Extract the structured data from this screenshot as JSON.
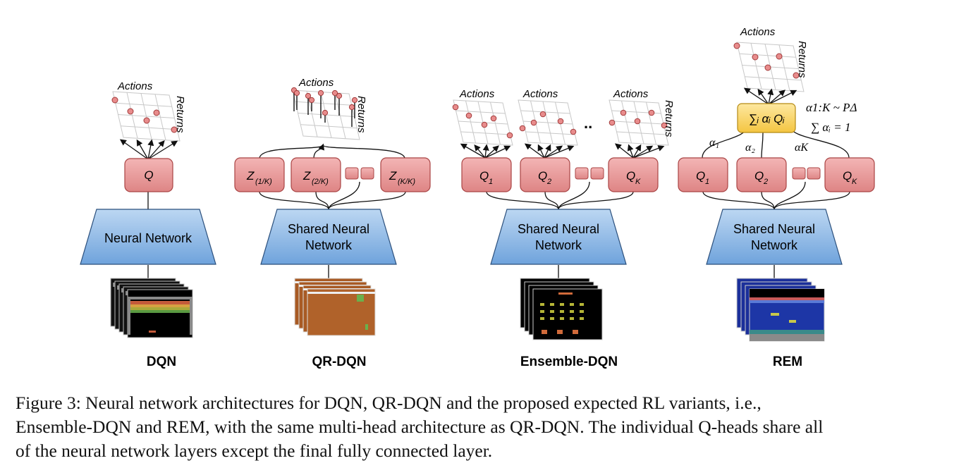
{
  "panels": [
    {
      "name": "DQN",
      "label": "DQN",
      "network_label_lines": [
        "Neural Network"
      ],
      "heads": [
        {
          "main": "Q",
          "sub": ""
        }
      ],
      "grids": [
        {
          "actions_label": "Actions",
          "returns_label": "Returns"
        }
      ]
    },
    {
      "name": "QR-DQN",
      "label": "QR-DQN",
      "network_label_lines": [
        "Shared Neural",
        "Network"
      ],
      "heads": [
        {
          "main": "Z",
          "sub": "(1/K)"
        },
        {
          "main": "Z",
          "sub": "(2/K)"
        },
        {
          "main": "Z",
          "sub": "(K/K)"
        }
      ],
      "grids": [
        {
          "actions_label": "Actions",
          "returns_label": "Returns"
        }
      ]
    },
    {
      "name": "Ensemble-DQN",
      "label": "Ensemble-DQN",
      "network_label_lines": [
        "Shared Neural",
        "Network"
      ],
      "heads": [
        {
          "main": "Q",
          "sub": "1"
        },
        {
          "main": "Q",
          "sub": "2"
        },
        {
          "main": "Q",
          "sub": "K"
        }
      ],
      "grids": [
        {
          "actions_label": "Actions",
          "returns_label": ""
        },
        {
          "actions_label": "Actions",
          "returns_label": ""
        },
        {
          "actions_label": "Actions",
          "returns_label": "Returns"
        }
      ],
      "ellipsis": ".."
    },
    {
      "name": "REM",
      "label": "REM",
      "network_label_lines": [
        "Shared Neural",
        "Network"
      ],
      "heads": [
        {
          "main": "Q",
          "sub": "1"
        },
        {
          "main": "Q",
          "sub": "2"
        },
        {
          "main": "Q",
          "sub": "K"
        }
      ],
      "grids": [
        {
          "actions_label": "Actions",
          "returns_label": "Returns"
        }
      ],
      "mix_box": "∑ᵢ αᵢ Qᵢ",
      "alpha_labels": [
        "α₁",
        "α₂",
        "αK"
      ],
      "equations": [
        "α1:K ~ PΔ",
        "∑ αᵢ = 1"
      ]
    }
  ],
  "caption": {
    "line1": "Figure 3: Neural network architectures for DQN, QR-DQN and the proposed expected RL variants, i.e.,",
    "line2": "Ensemble-DQN and REM, with the same multi-head architecture as QR-DQN. The individual Q-heads share all",
    "line3": "of the neural network layers except the final fully connected layer."
  },
  "colors": {
    "head_fill": "#e79b9b",
    "head_stroke": "#a94444",
    "network_fill": "#8fbbe8",
    "network_stroke": "#2b4f7c",
    "mix_fill": "#f9d56b",
    "mix_stroke": "#b58a14",
    "dot_fill": "#e88c8c",
    "grid_line": "#c8c8c8"
  },
  "atari_games": [
    "breakout-like",
    "hero-like",
    "space-invaders-like",
    "seaquest-like"
  ]
}
